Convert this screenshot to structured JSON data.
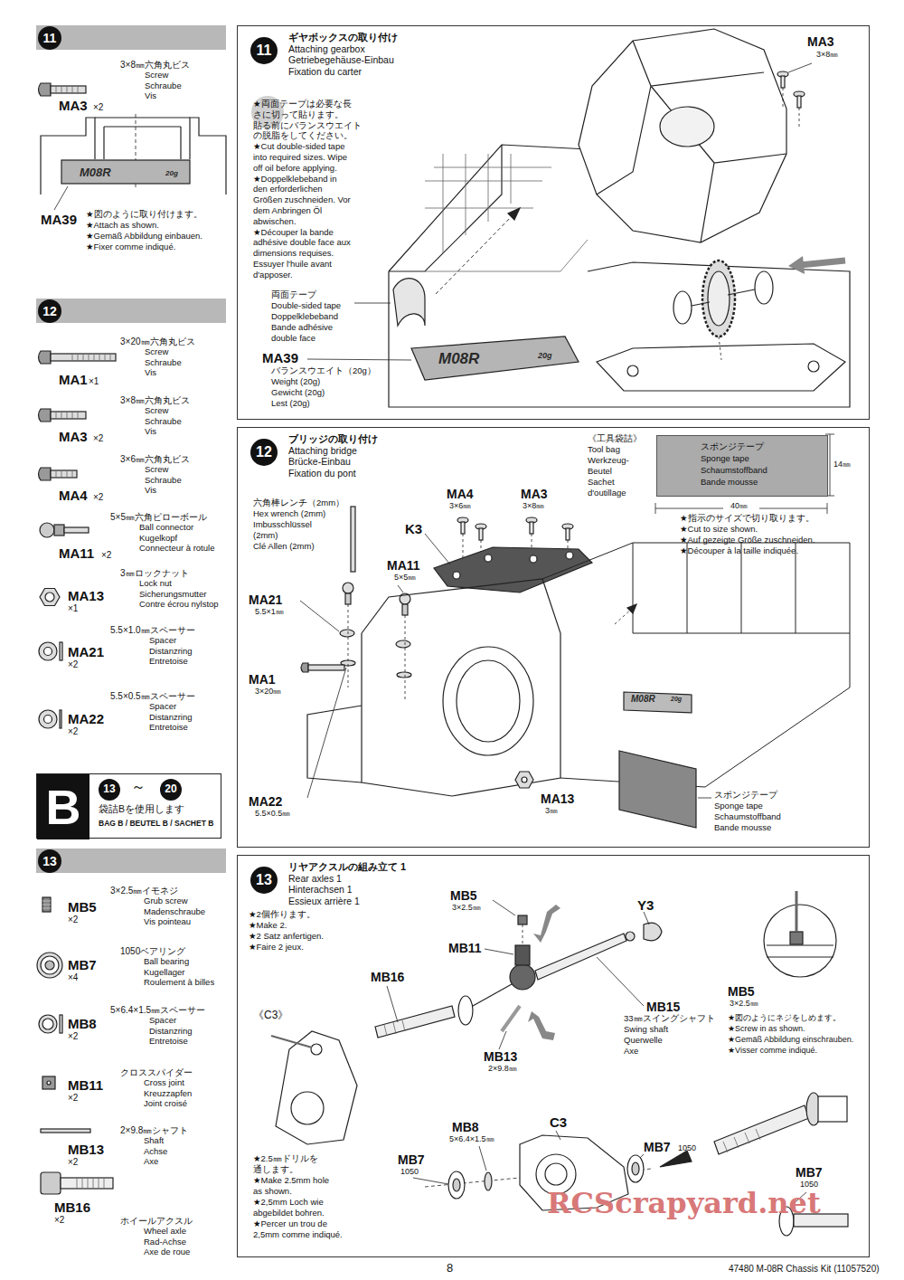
{
  "diagram": {
    "nodes": [
      {
        "text": [
          "11"
        ]
      },
      {
        "text": [
          "12"
        ]
      },
      {
        "text": [
          "袋詰Bを使用します",
          "BAG B / BEUTEL B / SACHET B"
        ]
      },
      {
        "text": [
          "B"
        ],
        "in": 2
      },
      {
        "text": [
          "13"
        ],
        "in": 2
      },
      {
        "text": [
          "20"
        ],
        "in": 2
      },
      {
        "text": [
          "13"
        ]
      },
      {
        "text": [
          "ギヤボックスの取り付け",
          "Attaching gearbox",
          "Getriebegehäuse-Einbau",
          "Fixation du carter"
        ]
      },
      {
        "text": [
          "11"
        ],
        "in": 7
      },
      {
        "text": [
          "ブリッジの取り付け",
          "Attaching bridge",
          "Brücke-Einbau",
          "Fixation du pont"
        ]
      },
      {
        "text": [
          "12"
        ],
        "in": 9
      },
      {
        "text": [
          "スポンジテープ",
          "Sponge tape",
          "Schaumstoffband",
          "Bande mousse"
        ],
        "in": 9
      },
      {
        "text": [
          "リヤアクスルの組み立て 1",
          "Rear axles 1",
          "Hinterachsen 1",
          "Essieux arrière 1"
        ]
      },
      {
        "text": [
          "13"
        ],
        "in": 12
      }
    ],
    "labels": [
      "3×8㎜六角丸ビス",
      "Screw",
      "Schraube",
      "Vis",
      "MA3",
      "×2",
      "M08R",
      "20g",
      "MA39",
      "★図のように取り付けます。",
      "★Attach as shown.",
      "★Gemäß Abbildung einbauen.",
      "★Fixer comme indiqué.",
      "3×20㎜六角丸ビス",
      "Screw",
      "Schraube",
      "Vis",
      "MA1",
      "×1",
      "3×8㎜六角丸ビス",
      "Screw",
      "Schraube",
      "Vis",
      "MA3",
      "×2",
      "3×6㎜六角丸ビス",
      "Screw",
      "Schraube",
      "Vis",
      "MA4",
      "×2",
      "5×5㎜六角ピローボール",
      "Ball connector",
      "Kugelkopf",
      "Connecteur à rotule",
      "MA11",
      "×2",
      "3㎜ロックナット",
      "Lock nut",
      "Sicherungsmutter",
      "Contre écrou nylstop",
      "MA13",
      "×1",
      "5.5×1.0㎜スペーサー",
      "Spacer",
      "Distanzring",
      "Entretoise",
      "MA21",
      "×2",
      "5.5×0.5㎜スペーサー",
      "Spacer",
      "Distanzring",
      "Entretoise",
      "MA22",
      "×2",
      "～",
      "3×2.5㎜イモネジ",
      "Grub screw",
      "Madenschraube",
      "Vis pointeau",
      "MB5",
      "×2",
      "1050ベアリング",
      "Ball bearing",
      "Kugellager",
      "Roulement à billes",
      "MB7",
      "×4",
      "5×6.4×1.5㎜スペーサー",
      "Spacer",
      "Distanzring",
      "Entretoise",
      "MB8",
      "×2",
      "クロススパイダー",
      "Cross joint",
      "Kreuzzapfen",
      "Joint croisé",
      "MB11",
      "×2",
      "2×9.8㎜シャフト",
      "Shaft",
      "Achse",
      "Axe",
      "MB13",
      "×2",
      "ホイールアクスル",
      "Wheel axle",
      "Rad-Achse",
      "Axe de roue",
      "MB16",
      "×2",
      "★両面テープは必要な長",
      "さに切って貼ります。",
      "貼る前にバランスウエイト",
      "の脱脂をしてください。",
      "★Cut double-sided tape",
      "into required sizes. Wipe",
      "off oil before applying.",
      "★Doppelklebeband in",
      "den erforderlichen",
      "Größen zuschneiden. Vor",
      "dem Anbringen Öl",
      "abwischen.",
      "★Découper la bande",
      "adhésive double face aux",
      "dimensions requises.",
      "Essuyer l'huile avant",
      "d'apposer.",
      "MA3",
      "3×8㎜",
      "両面テープ",
      "Double-sided tape",
      "Doppelklebeband",
      "Bande adhésive",
      "double face",
      "MA39",
      "バランスウエイト（20g）",
      "Weight (20g)",
      "Gewicht (20g)",
      "Lest (20g)",
      "M08R",
      "20g",
      "《工具袋詰》",
      "Tool bag",
      "Werkzeug-",
      "Beutel",
      "Sachet",
      "d'outillage",
      "14㎜",
      "40㎜",
      "★指示のサイズで切り取ります。",
      "★Cut to size shown.",
      "★Auf gezeigte Größe zuschneiden.",
      "★Découper à la taille indiquée.",
      "六角棒レンチ（2mm）",
      "Hex wrench (2mm)",
      "Imbusschlüssel",
      "(2mm)",
      "Clé Allen (2mm)",
      "MA4",
      "3×6㎜",
      "MA3",
      "3×8㎜",
      "K3",
      "MA11",
      "5×5㎜",
      "MA21",
      "5.5×1㎜",
      "MA1",
      "3×20㎜",
      "MA22",
      "5.5×0.5㎜",
      "MA13",
      "3㎜",
      "M08R",
      "20g",
      "スポンジテープ",
      "Sponge tape",
      "Schaumstoffband",
      "Bande mousse",
      "★2個作ります。",
      "★Make 2.",
      "★2 Satz anfertigen.",
      "★Faire 2 jeux.",
      "MB5",
      "3×2.5㎜",
      "MB11",
      "Y3",
      "MB16",
      "MB15",
      "33㎜スイングシャフト",
      "Swing shaft",
      "Querwelle",
      "Axe",
      "MB5",
      "3×2.5㎜",
      "★図のようにネジをしめます。",
      "★Screw in as shown.",
      "★Gemäß Abbildung einschrauben.",
      "★Visser comme indiqué.",
      "《C3》",
      "MB13",
      "2×9.8㎜",
      "C3",
      "MB8",
      "5×6.4×1.5㎜",
      "MB7",
      "1050",
      "MB7",
      "1050",
      "MB7",
      "1050",
      "★2.5㎜ドリルを",
      "通します。",
      "★Make 2.5mm hole",
      "as shown.",
      "★2,5mm Loch wie",
      "abgebildet bohren.",
      "★Percer un trou de",
      "2,5mm comme indiqué.",
      "RCScrapyard.net",
      "8",
      "47480 M-08R Chassis Kit (11057520)"
    ]
  }
}
